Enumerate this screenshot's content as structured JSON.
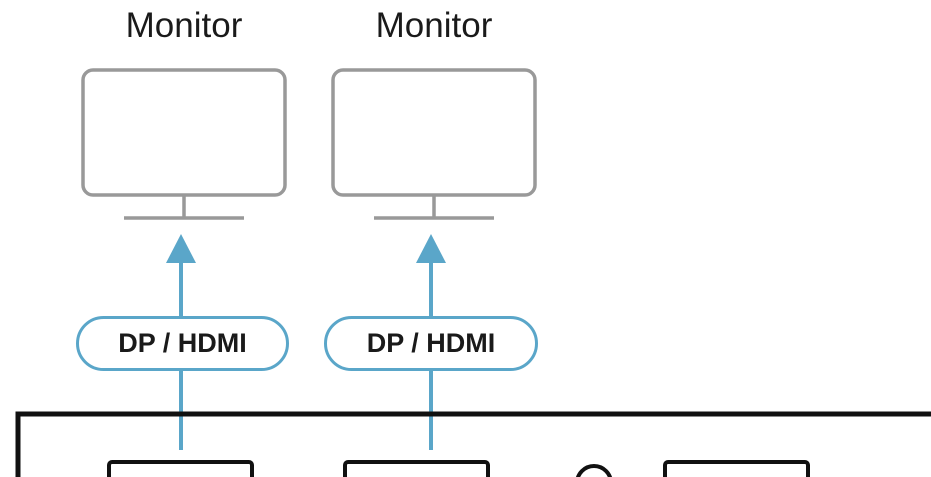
{
  "monitors": [
    {
      "label": "Monitor",
      "connection": "DP / HDMI"
    },
    {
      "label": "Monitor",
      "connection": "DP / HDMI"
    }
  ],
  "colors": {
    "monitor_outline": "#999999",
    "arrow": "#5aa6c9",
    "pill_border": "#5aa6c9",
    "device_outline": "#111111",
    "text": "#1a1a1a"
  }
}
